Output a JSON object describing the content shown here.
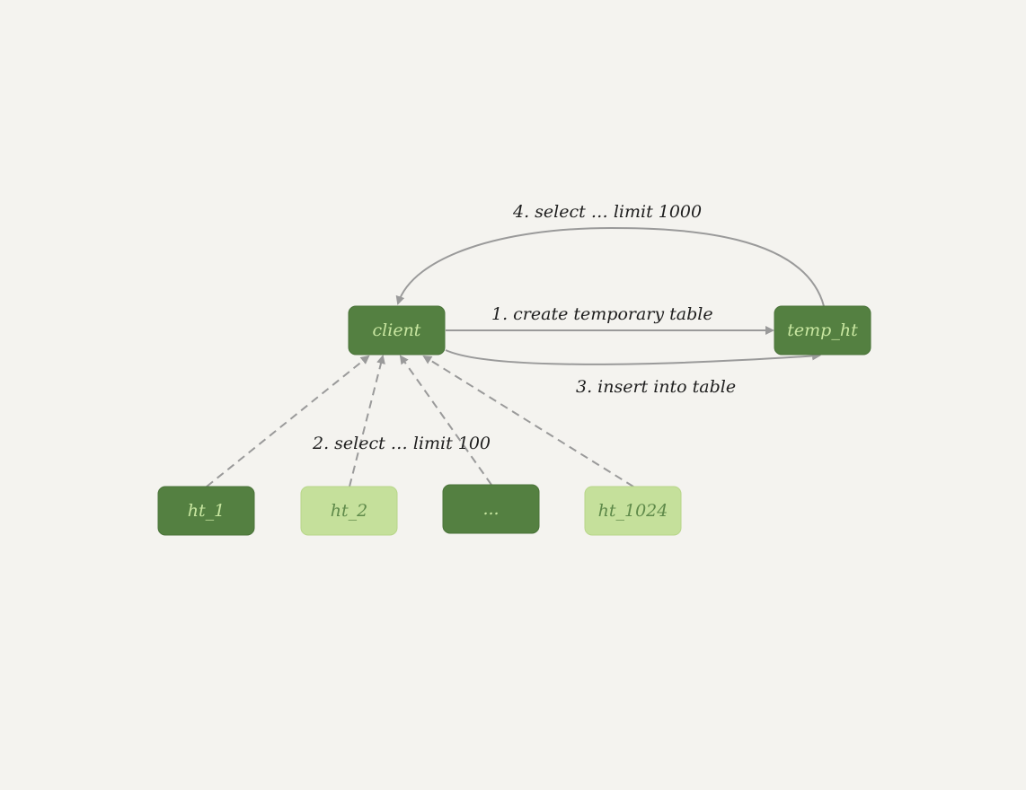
{
  "nodes": {
    "client": "client",
    "temp_ht": "temp_ht",
    "ht_1": "ht_1",
    "ht_2": "ht_2",
    "ht_ellipsis": "...",
    "ht_1024": "ht_1024"
  },
  "edges": {
    "step1": "1. create temporary table",
    "step2": "2. select … limit 100",
    "step3": "3. insert into table",
    "step4": "4. select … limit 1000"
  },
  "colors": {
    "dark_node": "#548041",
    "light_node": "#c5e09b",
    "arrow": "#9a9a9a",
    "background": "#f4f3ef"
  }
}
